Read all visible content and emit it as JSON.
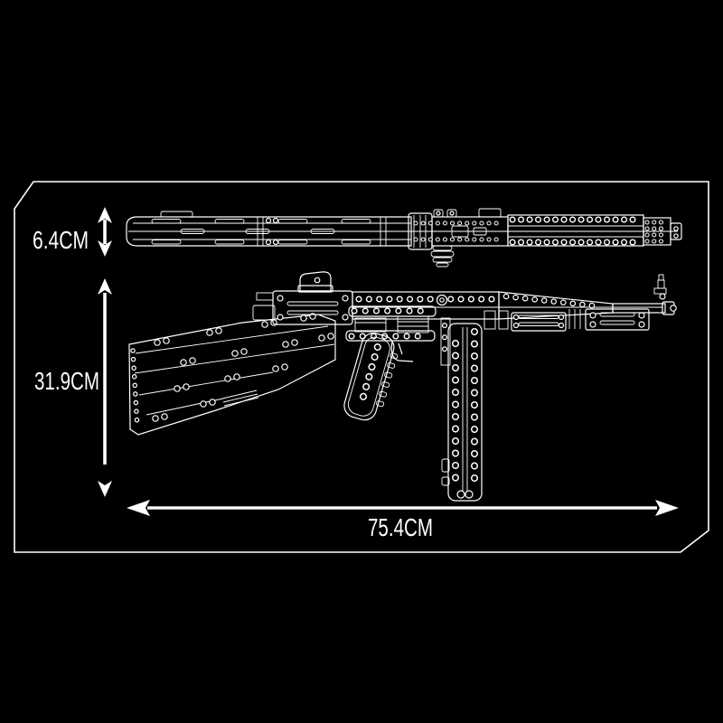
{
  "page": {
    "background_color": "#000000",
    "line_color": "#ffffff"
  },
  "diagram": {
    "subject": "Brick-built submachine gun model - technical outline drawing",
    "views": [
      {
        "id": "top-view",
        "description": "plan view of the model"
      },
      {
        "id": "side-view",
        "description": "side profile of the model"
      }
    ],
    "measurements": {
      "top_view_height": {
        "label": "6.4CM"
      },
      "overall_height": {
        "label": "31.9CM"
      },
      "overall_length": {
        "label": "75.4CM"
      }
    }
  }
}
